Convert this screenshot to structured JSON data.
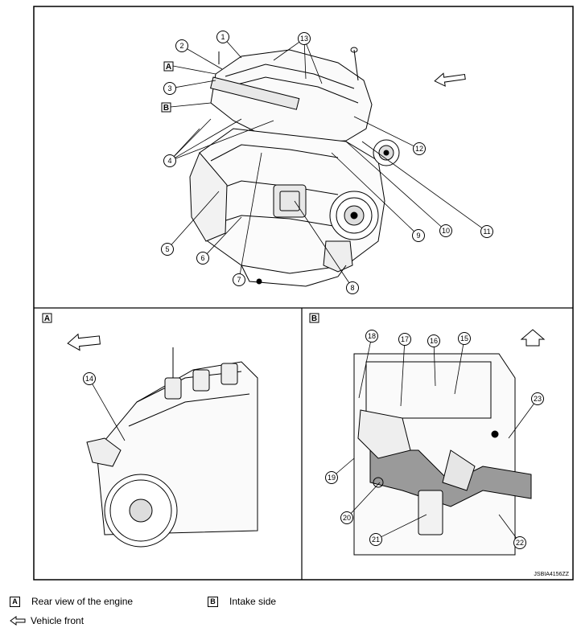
{
  "figure": {
    "code": "JSBIA4156ZZ",
    "views": [
      {
        "letter": "A",
        "name": "view-a"
      },
      {
        "letter": "B",
        "name": "view-b"
      }
    ],
    "main_refs": [
      "A",
      "B"
    ],
    "callouts": [
      "1",
      "2",
      "3",
      "4",
      "5",
      "6",
      "7",
      "8",
      "9",
      "10",
      "11",
      "12",
      "13",
      "14",
      "15",
      "16",
      "17",
      "18",
      "19",
      "20",
      "21",
      "22",
      "23"
    ]
  },
  "legend": {
    "items": [
      {
        "key": "A",
        "label": "Rear view of the engine"
      },
      {
        "key": "B",
        "label": "Intake side"
      }
    ],
    "arrow_label": "Vehicle front"
  },
  "icons": [
    "vehicle-front-arrow-icon",
    "up-arrow-icon"
  ]
}
